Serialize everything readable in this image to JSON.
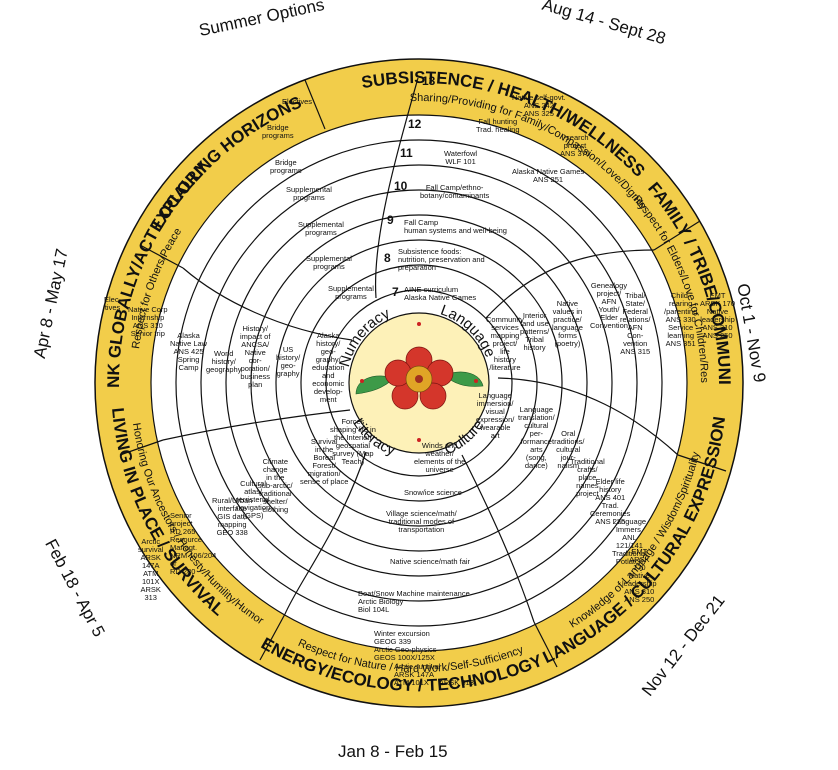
{
  "ring_titles": {
    "exploring": "EXPLORING HORIZONS",
    "subsistence": "SUBSISTENCE / HEALTH/WELLNESS",
    "subsistence_sub": "Sharing/Providing for Family/Compassion/Love/Dignity",
    "family": "FAMILY / TRIBE/COMMUNITY",
    "family_sub": "Respect for Elders/Love for Children/Responsibility/Unity",
    "language": "LANGUAGE / CULTURAL EXPRESSION",
    "language_sub": "Knowledge of Language / Wisdom/Spirituality",
    "energy": "ENERGY/ECOLOGY / TECHNOLOGY",
    "energy_sub": "Respect for Nature / Hard Work/Self-Sufficiency",
    "living": "LIVING IN PLACE / SURVIVAL",
    "living_sub": "Honoring Our Ancestors / Honesty/Humility/Humor",
    "think": "THINK GLOBALLY/ACT LOCALLY",
    "think_sub": "Respect for Others/Peace"
  },
  "dates": {
    "summer": "Summer Options",
    "aug": "Aug 14 - Sept 28",
    "oct": "Oct 1 - Nov 9",
    "nov": "Nov 12 - Dec 21",
    "jan": "Jan 8 - Feb 15",
    "feb": "Feb 18 - Apr 5",
    "apr": "Apr 8 - May 17"
  },
  "center": {
    "numeracy": "Numeracy",
    "language": "Language",
    "culture": "Culture",
    "literacy": "Literacy"
  },
  "grades": [
    "7",
    "8",
    "9",
    "10",
    "11",
    "12",
    "13"
  ],
  "labels": {
    "s13": "Native self-govt.\nANS 242\nANS 325",
    "s12": "Fall hunting\nTrad. healing",
    "s12b": "I-search\nproject\nANS 375",
    "s11": "Waterfowl\nWLF 101",
    "s11b": "Alaska Native Games\nANS 251",
    "s10": "Fall Camp/ethno-\nbotany/contaminants",
    "s9": "Fall Camp\nhuman systems and well-being",
    "s8": "Subsistence foods:\nnutrition, preservation and\npreparation",
    "s7": "AINE curriculum\nAlaska Native Games",
    "x13": "Electives",
    "x12": "Bridge\nprograms",
    "x11": "Bridge\nprograms",
    "x10": "Supplemental\nprograms",
    "x9": "Supplemental\nprograms",
    "x8": "Supplemental\nprograms",
    "x7": "Supplemental\nprograms",
    "f7": "Community\nservices\nmapping\nproject/\nlife\nhistory\n/literature",
    "f8": "Interior\nland use\npatterns/\nTribal\nhistory",
    "f9": "Native\nvalues in\npractice/\nlanguage\nforms\n(poetry)",
    "f10": "Genealogy\nproject/\nAFN\nYouth/\nElder\nConvention",
    "f11": "Tribal/\nState/\nFederal\nrelations/\nAFN\nCon-\nvention\nANS 315",
    "f12": "Child-\nrearing\n/parenting\nANS 330\nService\nlearning\nANS 351",
    "f13": "EMT\nARSK 170\nNative\nleadership\nANS 310\nANS 250",
    "l7": "Language\nimmersion/\nvisual\nexpression/\nwearable\nart",
    "l8": "Language\ntranslation/\ncultural\nper-\nformance\narts\n(song,\ndance)",
    "l9": "Oral\ntraditions/\ncultural\njour-\nnalism",
    "l10": "Traditional\ncrafts/\nplace\nnames\nproject",
    "l11": "Elder life\nhistory\nANS 401\nTrad.\nCeremonies\nANS 275",
    "l12": "Language\nImmers.\nANL\n121/141\nTraditional\nPotlatch",
    "l13": "EMT\nARSK\n170\nNative\nleadership\nANS 310\nANS 250",
    "e7": "Winds and\nweather/\nelements of the\nuniverse",
    "e8": "Snow/ice science",
    "e9": "Village science/math/\ntraditional modes of\ntransportation",
    "e10": "Native science/math fair",
    "e11": "Boat/Snow Machine maintenance\nArctic Biology\nBiol 104L",
    "e12": "Winter excursion\nGEOG 339\nArctic Geo-physics\nGEOS 100X/125X",
    "e13": "Arctic survival\nARSK 147A\nATM 101X     ARSK 313",
    "p7": "Forces\nshaping life in\nthe Interior/\ngeospatial\nsurvey (Map\nTeach)",
    "p8": "Survival\nin the\nBoreal\nForest/\nmigration/\nsense of place",
    "p9": "Climate\nchange\nin the\nsub-arctic/\ntraditional\nshelter/\nclothing",
    "p10": "Cultural\natlas/\nterristerial\nnavigation\n(GPS)",
    "p11": "Rural/Urban\ninterface\nGIS data\nmapping\nGEO 338",
    "p12": "Senior\nproject\nRD 265\nResource\nManagt.\nNRM 106/204\nor\nRD 280",
    "p13": "Arctic\nsurvival\nARSK\n147A\nATM\n101X\nARSK\n313",
    "t7": "Alaska\nhistory/\ngeo-\ngraphy/\neducation\nand\neconomic\ndevelop-\nment",
    "t8": "US\nhistory/\ngeo-\ngraphy",
    "t9": "History/\nimpact of\nANCSA/\nNative\ncor-\nporation/\nbusiness\nplan",
    "t10": "World\nhistory/\ngeography",
    "t11": "Alaska\nNative Law\nANS 425\nSpring\nCamp",
    "t12": "Native Corp\nInternship\nANS 310\nSenior trip",
    "t13": "Elec-\ntives"
  },
  "colors": {
    "band": "#f2cd4a",
    "ink": "#111111",
    "flower_red": "#d4362b",
    "flower_gold": "#e0a526",
    "leaf": "#3d9a48",
    "dot": "#cc2222"
  }
}
